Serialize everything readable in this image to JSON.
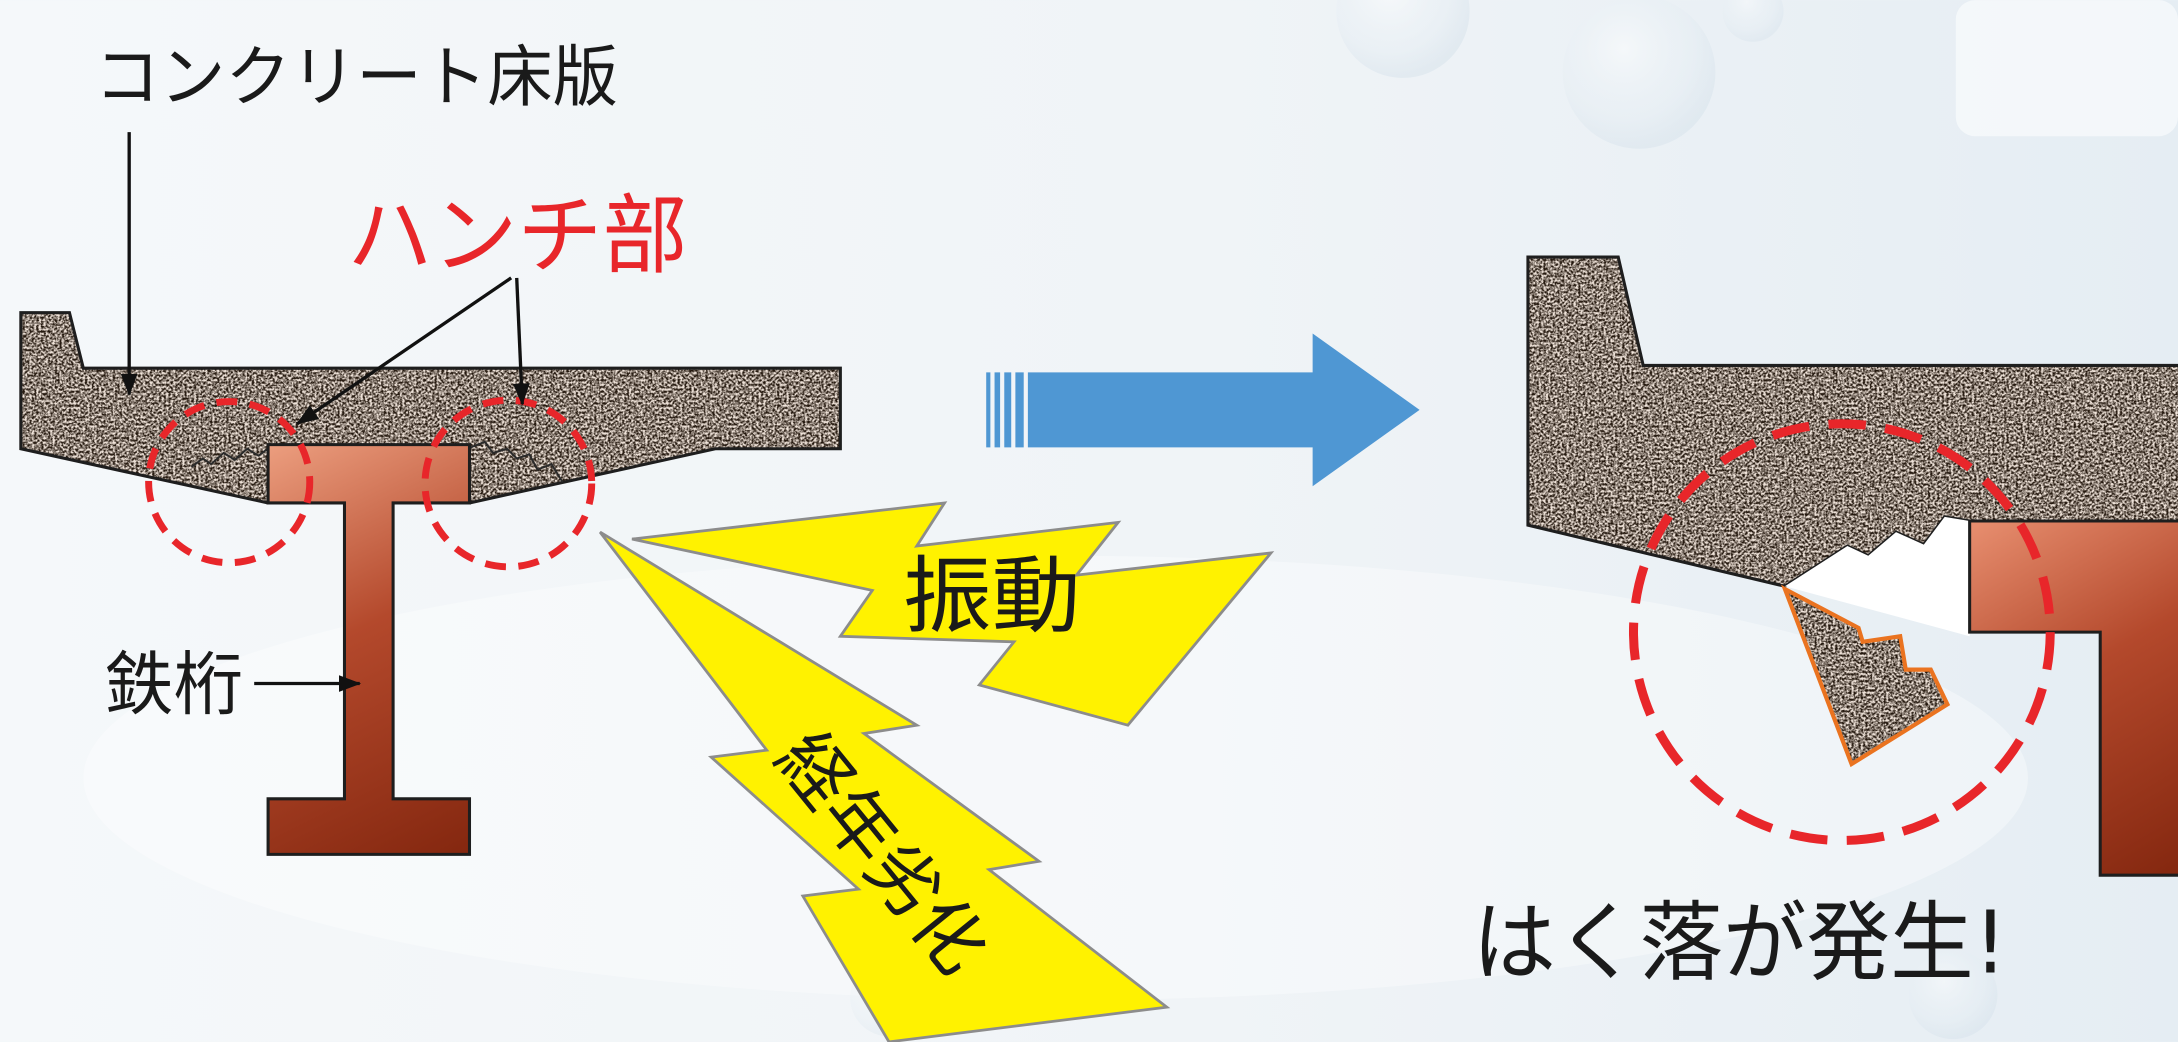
{
  "labels": {
    "concrete_slab": "コンクリート床版",
    "haunch": "ハンチ部",
    "steel_girder": "鉄桁",
    "vibration": "振動",
    "aging": "経年劣化",
    "spalling": "はく落が発生!"
  },
  "colors": {
    "haunch_label": "#e8262a",
    "dashed_circle": "#e8262a",
    "concrete": "#8a7e74",
    "steel_girder": "#b4492c",
    "lightning": "#fff200",
    "transition_arrow": "#4f97d3",
    "fallen_piece_outline": "#ea7320",
    "spalled_void": "#ffffff"
  },
  "icons": {
    "vibration_bolt": "lightning-bolt-icon",
    "aging_bolt": "lightning-bolt-icon",
    "transition": "right-arrow-icon"
  }
}
